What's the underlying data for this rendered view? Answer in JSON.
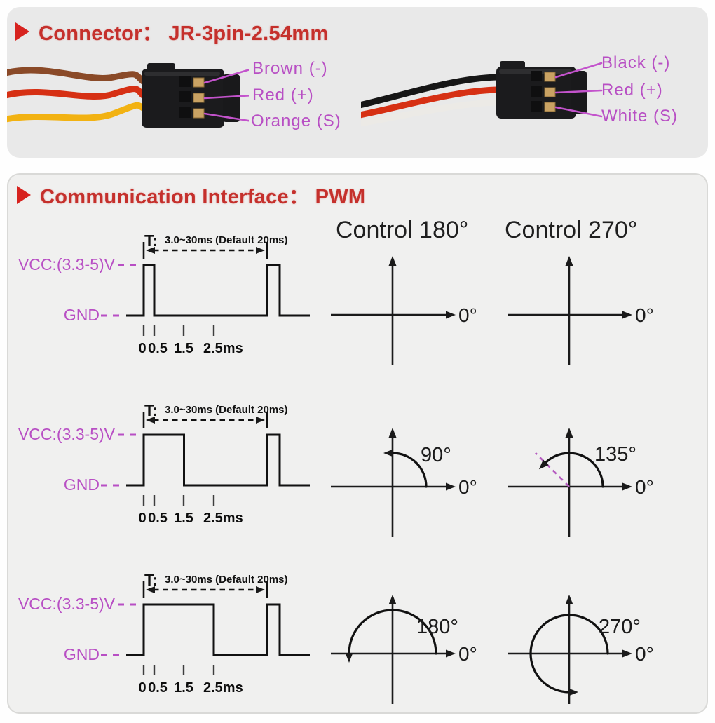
{
  "connector_section": {
    "title": "Connector： JR-3pin-2.54mm",
    "left_connector": {
      "labels": [
        "Brown (-)",
        "Red (+)",
        "Orange (S)"
      ],
      "wire_colors": [
        "#8a4a28",
        "#d63014",
        "#f2b212"
      ]
    },
    "right_connector": {
      "labels": [
        "Black (-)",
        "Red (+)",
        "White (S)"
      ],
      "wire_colors": [
        "#161616",
        "#d63014",
        "#eceae6"
      ]
    }
  },
  "pwm_section": {
    "title": "Communication Interface： PWM",
    "column_headers": [
      "Control 180°",
      "Control 270°"
    ]
  },
  "colors": {
    "accent_red": "#c5302c",
    "triangle_red": "#d7231f",
    "label_magenta": "#b84fc4",
    "ink": "#1a1a1a",
    "card_top_bg": "#e9e9e9",
    "card_bottom_bg": "#f0f0ef"
  },
  "chart_data": {
    "type": "pwm-timing-diagrams",
    "title": "Communication Interface: PWM",
    "period_prefix": "T:",
    "period_value": "3.0~30ms (Default 20ms)",
    "vcc_label": "VCC:(3.3-5)V",
    "gnd_label": "GND",
    "time_axis": {
      "tick_labels": [
        "0",
        "0.5",
        "1.5",
        "2.5ms"
      ],
      "tick_ms": [
        0,
        0.5,
        1.5,
        2.5
      ]
    },
    "rows": [
      {
        "pulse_width_ms": 0.5,
        "control_180": {
          "angle_deg": 0,
          "angle_label": "",
          "zero_label": "0°"
        },
        "control_270": {
          "angle_deg": 0,
          "angle_label": "",
          "zero_label": "0°",
          "dashed_pointer": false
        }
      },
      {
        "pulse_width_ms": 1.5,
        "control_180": {
          "angle_deg": 90,
          "angle_label": "90°",
          "zero_label": "0°"
        },
        "control_270": {
          "angle_deg": 135,
          "angle_label": "135°",
          "zero_label": "0°",
          "dashed_pointer": true
        }
      },
      {
        "pulse_width_ms": 2.5,
        "control_180": {
          "angle_deg": 180,
          "angle_label": "180°",
          "zero_label": "0°"
        },
        "control_270": {
          "angle_deg": 270,
          "angle_label": "270°",
          "zero_label": "0°",
          "dashed_pointer": false
        }
      }
    ]
  }
}
